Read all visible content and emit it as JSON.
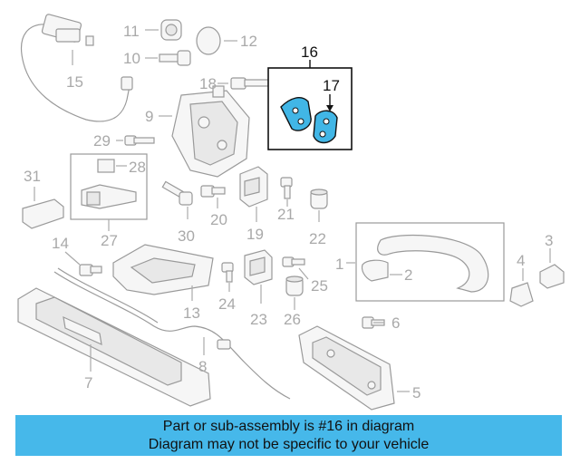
{
  "diagram": {
    "callouts": [
      "1",
      "2",
      "3",
      "4",
      "5",
      "6",
      "7",
      "8",
      "9",
      "10",
      "11",
      "12",
      "13",
      "14",
      "15",
      "16",
      "17",
      "18",
      "19",
      "20",
      "21",
      "22",
      "23",
      "24",
      "25",
      "26",
      "27",
      "28",
      "29",
      "30",
      "31"
    ],
    "highlighted": [
      "16",
      "17"
    ]
  },
  "banner": {
    "line1": "Part or sub-assembly is #16 in diagram",
    "line2": "Diagram may not be specific to your vehicle"
  },
  "colors": {
    "banner": "#46b8ea",
    "highlight_part": "#41b6e6",
    "line": "#9a9a9a"
  }
}
